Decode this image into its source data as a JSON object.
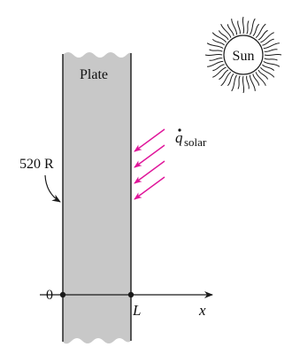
{
  "labels": {
    "plate": "Plate",
    "sun": "Sun",
    "temperature": "520 R",
    "heat_flux_symbol": "q",
    "heat_flux_subscript": "solar",
    "origin": "0",
    "thickness": "L",
    "axis": "x"
  },
  "colors": {
    "plate_fill": "#c8c8c8",
    "solar_arrows": "#e0159a",
    "lines": "#1a1a1a"
  }
}
